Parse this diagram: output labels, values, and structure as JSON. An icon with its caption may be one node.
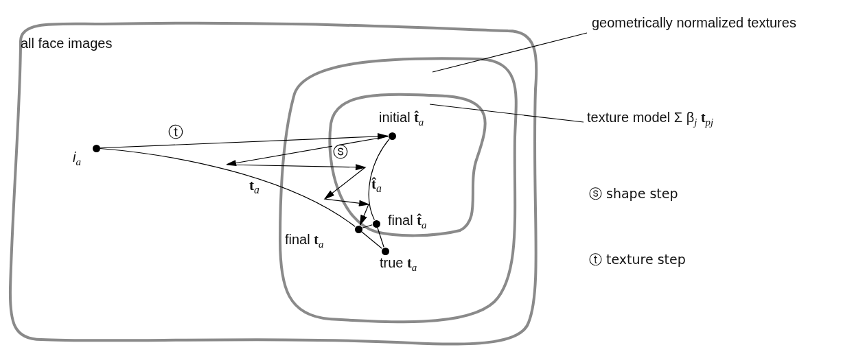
{
  "diagram": {
    "nodes": [
      {
        "text": [
          "all face images"
        ]
      },
      {
        "text": [],
        "shape": "blob",
        "in": 0
      },
      {
        "text": [],
        "shape": "blob",
        "in": 1
      },
      {
        "text": [],
        "shape": "circle",
        "in": 0,
        "beside": [
          "*i*$_{a}$"
        ]
      },
      {
        "text": [],
        "shape": "circle",
        "in": 2,
        "beside": [
          "initial **t̂**$_{a}$"
        ]
      },
      {
        "text": [],
        "shape": "circle",
        "in": 2,
        "beside": [
          "final **t̂**$_{a}$"
        ]
      },
      {
        "text": [],
        "shape": "circle",
        "in": 1,
        "beside": [
          "final **t**$_{a}$"
        ]
      },
      {
        "text": [],
        "shape": "circle",
        "in": 1,
        "beside": [
          "true **t**$_{a}$"
        ]
      },
      {
        "text": [
          "geometrically normalized textures"
        ]
      },
      {
        "text": [
          "texture model Σ β$_{j}$ **t**$_{pj}$"
        ]
      }
    ],
    "edges": [
      {
        "from": 3,
        "to": 4,
        "arrow": "to",
        "label": "ⓣ"
      },
      {
        "from": 4,
        "to": 6,
        "arrow": "to",
        "label": "ⓢ"
      },
      {
        "from": 3,
        "to": 6,
        "arrow": "none",
        "label": "**t**$_{a}$"
      },
      {
        "from": 6,
        "to": 7,
        "arrow": "none"
      },
      {
        "from": 4,
        "to": 5,
        "arrow": "none",
        "label": "**t̂**$_{a}$"
      },
      {
        "from": 5,
        "to": 7,
        "arrow": "none"
      },
      {
        "from": 6,
        "to": 5,
        "arrow": "none"
      },
      {
        "from": 8,
        "to": 1,
        "arrow": "none"
      },
      {
        "from": 9,
        "to": 2,
        "arrow": "none"
      }
    ],
    "labels": [
      "ⓢ shape step",
      "ⓣ texture step"
    ]
  }
}
